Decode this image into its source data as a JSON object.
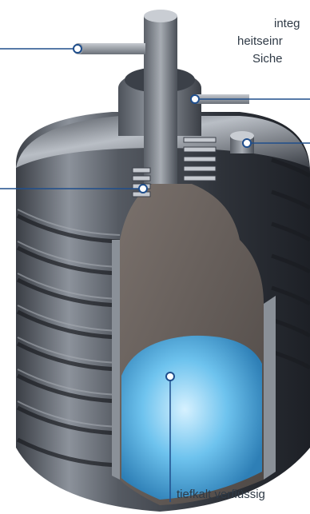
{
  "annotations": {
    "top_right_line1": "integ",
    "top_right_line2": "heitseinr",
    "top_right_line3": "Siche",
    "bottom_label": "tiefkalt verflüssig"
  },
  "colors": {
    "callout_blue": "#1f4e8c",
    "liquid_blue": "#6ec3ee",
    "tank_dark": "#2b2f36",
    "tank_mid": "#6b717b",
    "tank_light": "#c9cdd3",
    "cavity_brown": "#6a625e"
  }
}
